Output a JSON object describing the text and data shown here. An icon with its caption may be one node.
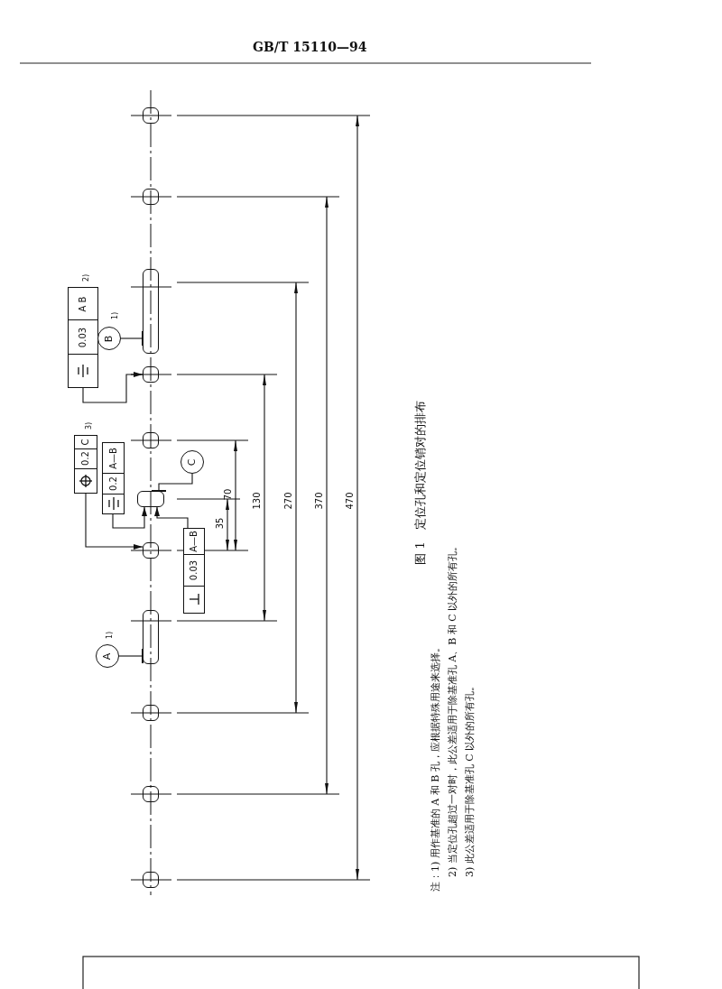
{
  "diagram": {
    "caption": "图 1　定位孔和定位销对的排布",
    "nodes": [
      {
        "text": [
          "0.03",
          "A B"
        ],
        "beside": [
          "2)"
        ]
      },
      {
        "text": [
          "B"
        ],
        "beside": [
          "1)"
        ]
      },
      {
        "text": [
          "0.2",
          "C"
        ],
        "beside": [
          "3)"
        ]
      },
      {
        "text": [
          "0.2",
          "A—B"
        ]
      },
      {
        "text": [
          "C"
        ]
      },
      {
        "text": [
          "0.03",
          "A—B"
        ]
      },
      {
        "text": [
          "A"
        ],
        "beside": [
          "1)"
        ]
      },
      {
        "text": [],
        "shape": "box"
      },
      {
        "text": [],
        "shape": "box"
      },
      {
        "text": [],
        "shape": "box"
      },
      {
        "text": [],
        "shape": "box"
      },
      {
        "text": [],
        "shape": "box"
      },
      {
        "text": [],
        "shape": "box"
      },
      {
        "text": [],
        "shape": "box"
      },
      {
        "text": [],
        "shape": "box"
      },
      {
        "text": [],
        "shape": "box"
      },
      {
        "text": [],
        "shape": "box"
      },
      {
        "text": [],
        "shape": "box"
      }
    ],
    "edges": [
      {
        "from": 0,
        "to": 10,
        "arrow": "to"
      },
      {
        "from": 1,
        "to": 9,
        "arrow": "other"
      },
      {
        "from": 2,
        "to": 13,
        "arrow": "to"
      },
      {
        "from": 3,
        "to": 12,
        "arrow": "to"
      },
      {
        "from": 4,
        "to": 12,
        "arrow": "other"
      },
      {
        "from": 5,
        "to": 12,
        "arrow": "to"
      },
      {
        "from": 6,
        "to": 14,
        "arrow": "other"
      }
    ],
    "labels": [
      "GB/T 15110—94",
      "35",
      "70",
      "130",
      "270",
      "370",
      "470",
      "注：1) 用作基准的 A 和 B 孔，应根据特殊用途来选择。",
      "2) 当定位孔超过一对时，此公差适用于除基准孔 A、B 和 C 以外的所有孔。",
      "3) 此公差适用于除基准孔 C 以外的所有孔。"
    ]
  }
}
